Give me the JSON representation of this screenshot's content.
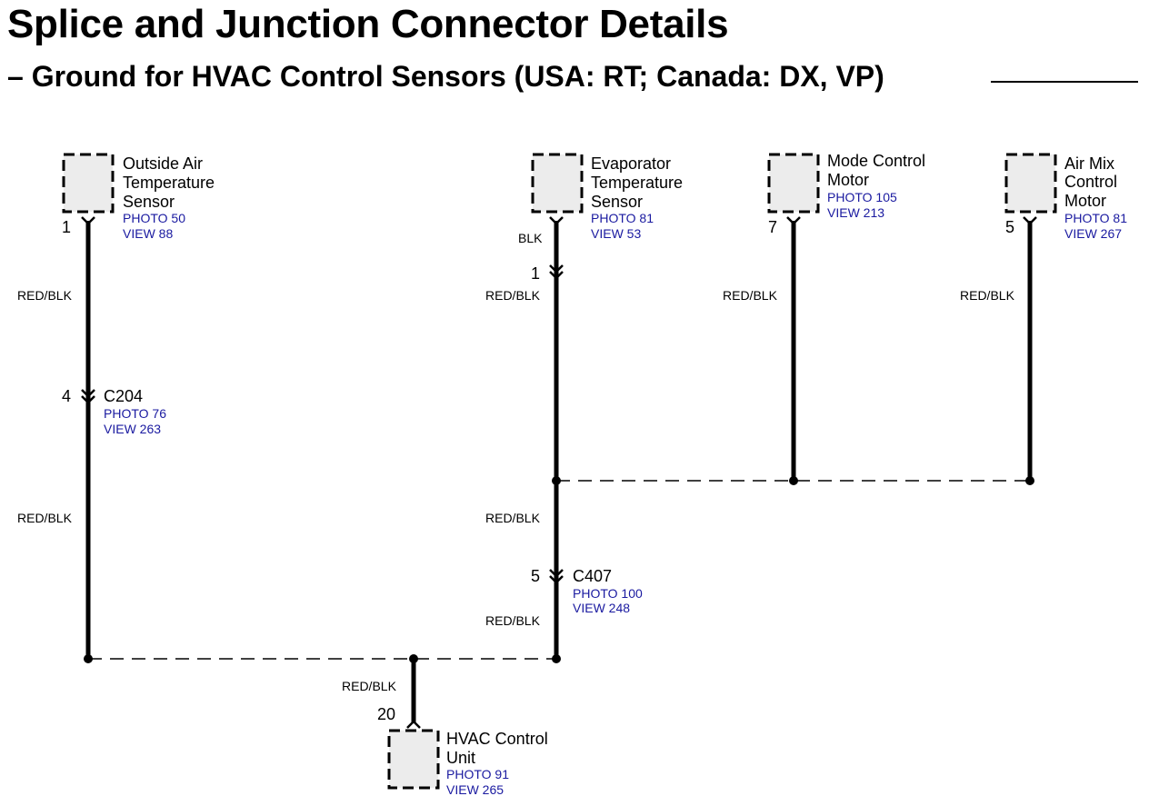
{
  "title": "Splice and Junction Connector Details",
  "subtitle": "– Ground for HVAC Control Sensors (USA: RT; Canada: DX, VP)",
  "components": {
    "outside_air": {
      "name": [
        "Outside Air",
        "Temperature",
        "Sensor"
      ],
      "photo": "PHOTO 50",
      "view": "VIEW 88",
      "pin": "1"
    },
    "evaporator": {
      "name": [
        "Evaporator",
        "Temperature",
        "Sensor"
      ],
      "photo": "PHOTO 81",
      "view": "VIEW 53",
      "wire_color": "BLK"
    },
    "mode_motor": {
      "name": [
        "Mode Control",
        "Motor"
      ],
      "photo": "PHOTO 105",
      "view": "VIEW 213",
      "pin": "7"
    },
    "air_mix": {
      "name": [
        "Air Mix",
        "Control",
        "Motor"
      ],
      "photo": "PHOTO 81",
      "view": "VIEW 267",
      "pin": "5"
    },
    "hvac_unit": {
      "name": [
        "HVAC Control",
        "Unit"
      ],
      "photo": "PHOTO 91",
      "view": "VIEW 265",
      "pin": "20"
    }
  },
  "connectors": {
    "evap_pin": "1",
    "c204": {
      "id": "C204",
      "pin": "4",
      "photo": "PHOTO 76",
      "view": "VIEW 263"
    },
    "c407": {
      "id": "C407",
      "pin": "5",
      "photo": "PHOTO 100",
      "view": "VIEW 248"
    }
  },
  "wire_labels": {
    "outside_air_upper": "RED/BLK",
    "outside_air_lower": "RED/BLK",
    "evaporator_upper": "RED/BLK",
    "mode_motor": "RED/BLK",
    "air_mix": "RED/BLK",
    "evap_splice_lower": "RED/BLK",
    "c407_lower": "RED/BLK",
    "hvac_unit": "RED/BLK"
  },
  "colors": {
    "reference_text": "#1a1aa0",
    "component_fill": "#ececec"
  }
}
